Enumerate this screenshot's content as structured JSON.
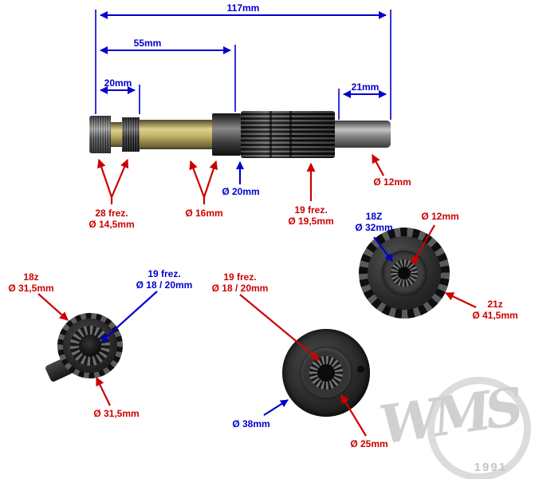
{
  "colors": {
    "dimension_blue": "#0000cc",
    "annotation_red": "#cc0000",
    "watermark_gray": "#c8c8c8"
  },
  "dimensions": {
    "overall": "117mm",
    "mid": "55mm",
    "left_spline": "20mm",
    "right_end": "21mm"
  },
  "shaft": {
    "collar_dia": "Ø 20mm",
    "spline28": [
      "28 frez.",
      "Ø 14,5mm"
    ],
    "body_dia": "Ø 16mm",
    "spline19": [
      "19 frez.",
      "Ø 19,5mm"
    ],
    "end_dia": "Ø 12mm"
  },
  "gear": {
    "hub_spline": [
      "18Z",
      "Ø 32mm"
    ],
    "bore": "Ø 12mm",
    "outer": [
      "21z",
      "Ø 41,5mm"
    ]
  },
  "hub_left": {
    "teeth": [
      "18z",
      "Ø 31,5mm"
    ],
    "bore": [
      "19 frez.",
      "Ø 18 / 20mm"
    ],
    "outer": "Ø 31,5mm"
  },
  "hub_mid": {
    "bore": [
      "19 frez.",
      "Ø 18 / 20mm"
    ],
    "outer": "Ø 38mm",
    "inner": "Ø 25mm"
  },
  "watermark": {
    "brand": "WMS",
    "year": "1991"
  }
}
